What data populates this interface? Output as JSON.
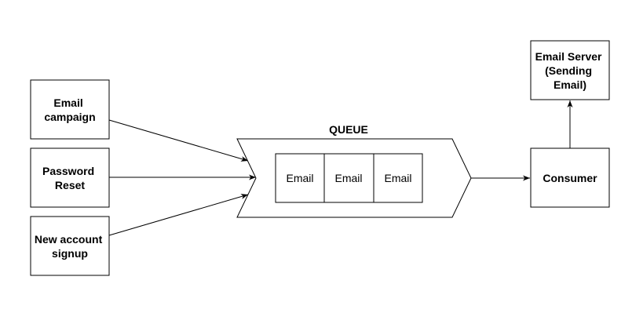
{
  "diagram": {
    "producers": [
      {
        "lines": [
          "Email",
          "campaign"
        ]
      },
      {
        "lines": [
          "Password",
          "Reset"
        ]
      },
      {
        "lines": [
          "New account",
          "signup"
        ]
      }
    ],
    "queue": {
      "title": "QUEUE",
      "items": [
        "Email",
        "Email",
        "Email"
      ]
    },
    "consumer": {
      "lines": [
        "Consumer"
      ]
    },
    "server": {
      "lines": [
        "Email Server",
        "(Sending",
        "Email)"
      ]
    }
  },
  "colors": {
    "stroke": "#000000",
    "background": "#ffffff"
  }
}
